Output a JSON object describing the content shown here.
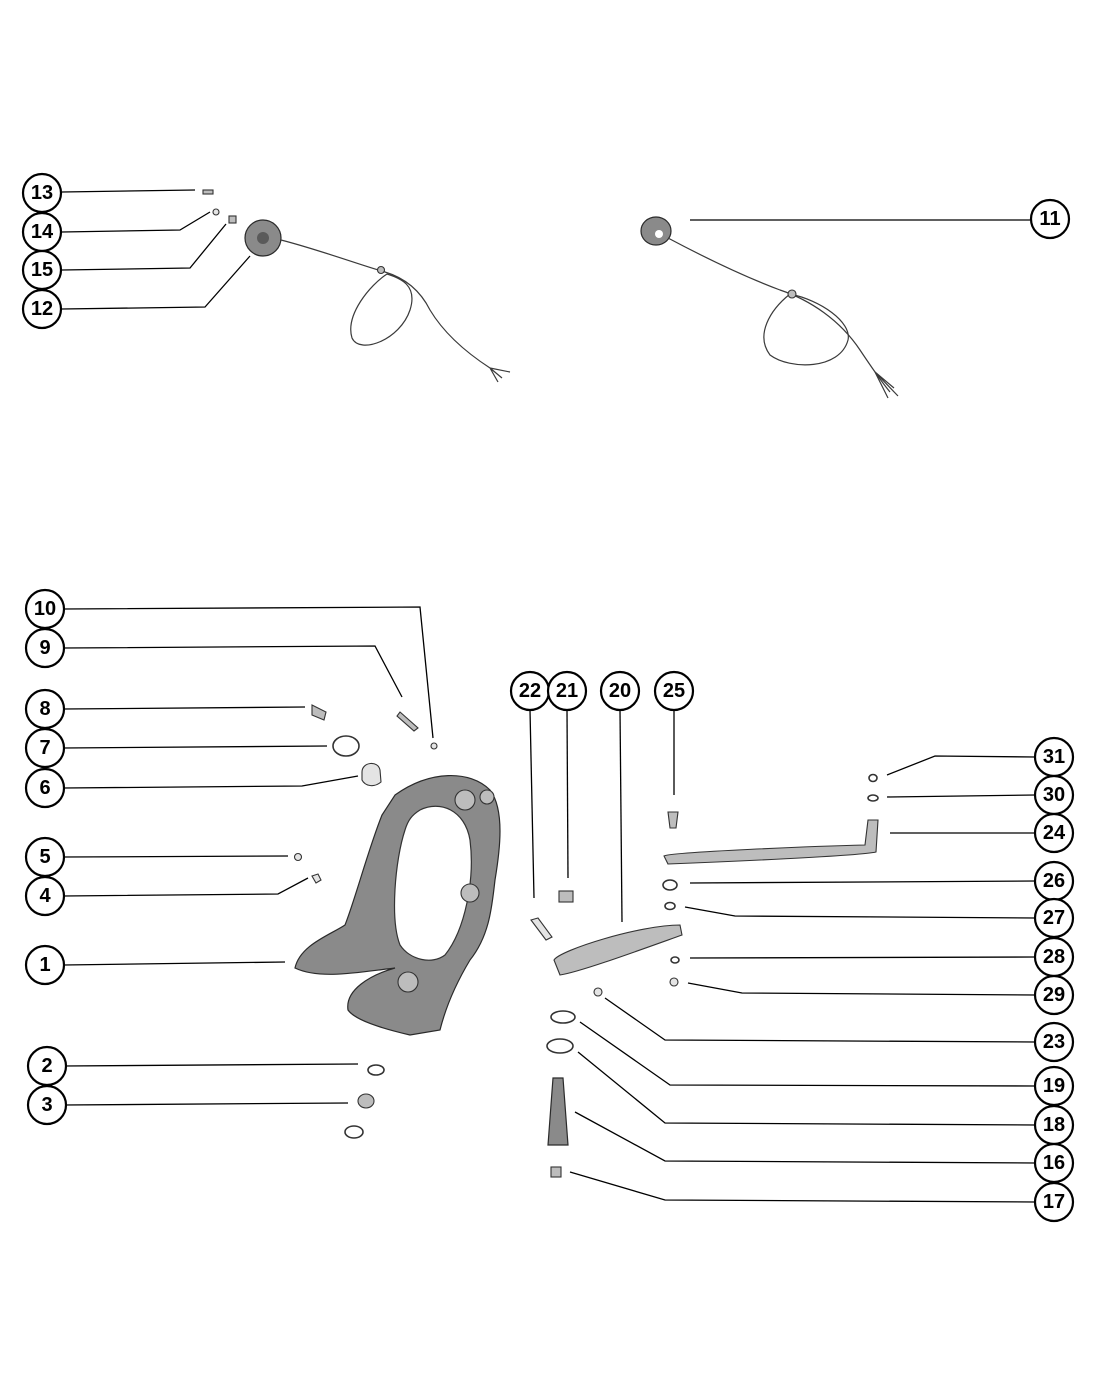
{
  "diagram": {
    "callouts": [
      "13",
      "14",
      "15",
      "12",
      "11",
      "10",
      "9",
      "8",
      "7",
      "6",
      "5",
      "4",
      "1",
      "2",
      "3",
      "22",
      "21",
      "20",
      "25",
      "31",
      "30",
      "24",
      "26",
      "27",
      "28",
      "29",
      "23",
      "19",
      "18",
      "16",
      "17"
    ]
  }
}
